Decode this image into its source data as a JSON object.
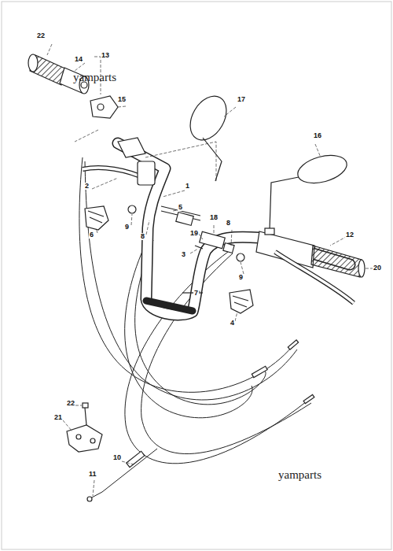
{
  "diagram": {
    "labels": [
      "22",
      "14",
      "13",
      "yamparts",
      "15",
      "17",
      "16",
      "2",
      "1",
      "5",
      "6",
      "9",
      "8",
      "19",
      "18",
      "8",
      "3",
      "12",
      "20",
      "9",
      "7",
      "4",
      "22",
      "21",
      "10",
      "11",
      "yamparts"
    ]
  }
}
